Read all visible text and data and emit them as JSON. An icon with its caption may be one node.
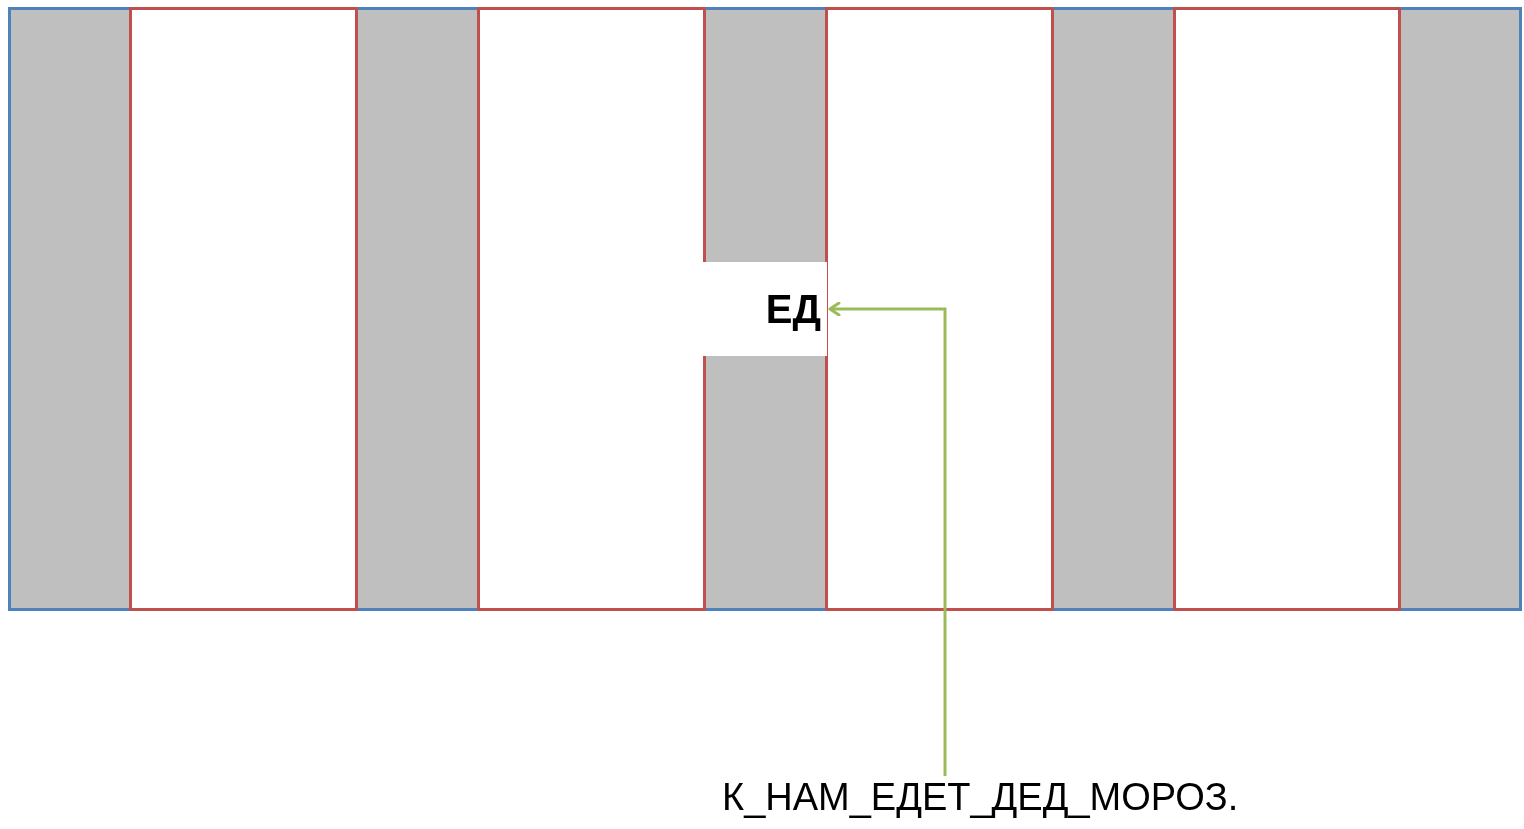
{
  "diagram": {
    "nodes": [
      {
        "text": [],
        "shape": "bar"
      },
      {
        "text": [],
        "shape": "box",
        "in": 0
      },
      {
        "text": [],
        "shape": "box",
        "in": 0
      },
      {
        "text": [],
        "shape": "box",
        "in": 0
      },
      {
        "text": [],
        "shape": "box",
        "in": 0
      },
      {
        "text": [
          "ЕД"
        ],
        "in": 0
      },
      {
        "text": [
          "К_НАМ_ЕДЕТ_ДЕД_МОРОЗ."
        ]
      }
    ],
    "edges": [
      {
        "from": 6,
        "to": 5,
        "arrow": "to",
        "color": "#9bbb59"
      }
    ]
  }
}
